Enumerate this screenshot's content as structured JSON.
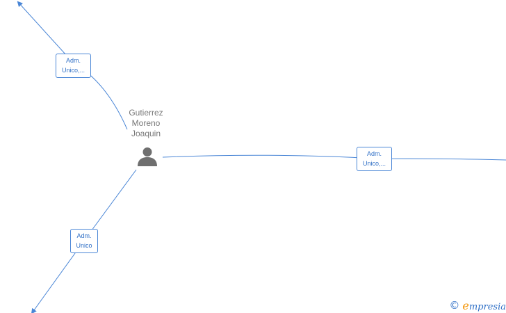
{
  "colors": {
    "edge": "#4a86d6",
    "label_text": "#2f6fc6",
    "person": "#6f6f6f",
    "brand_orange": "#f39200"
  },
  "person": {
    "name_lines": [
      "Gutierrez",
      "Moreno",
      "Joaquin"
    ],
    "icon": "person-icon"
  },
  "edges": {
    "top_left": {
      "label_lines": [
        "Adm.",
        "Unico,..."
      ]
    },
    "right": {
      "label_lines": [
        "Adm.",
        "Unico,..."
      ]
    },
    "bottom_left": {
      "label_lines": [
        "Adm.",
        "Unico"
      ]
    }
  },
  "watermark": {
    "symbol": "©",
    "brand_initial": "e",
    "brand_rest": "mpresia"
  }
}
